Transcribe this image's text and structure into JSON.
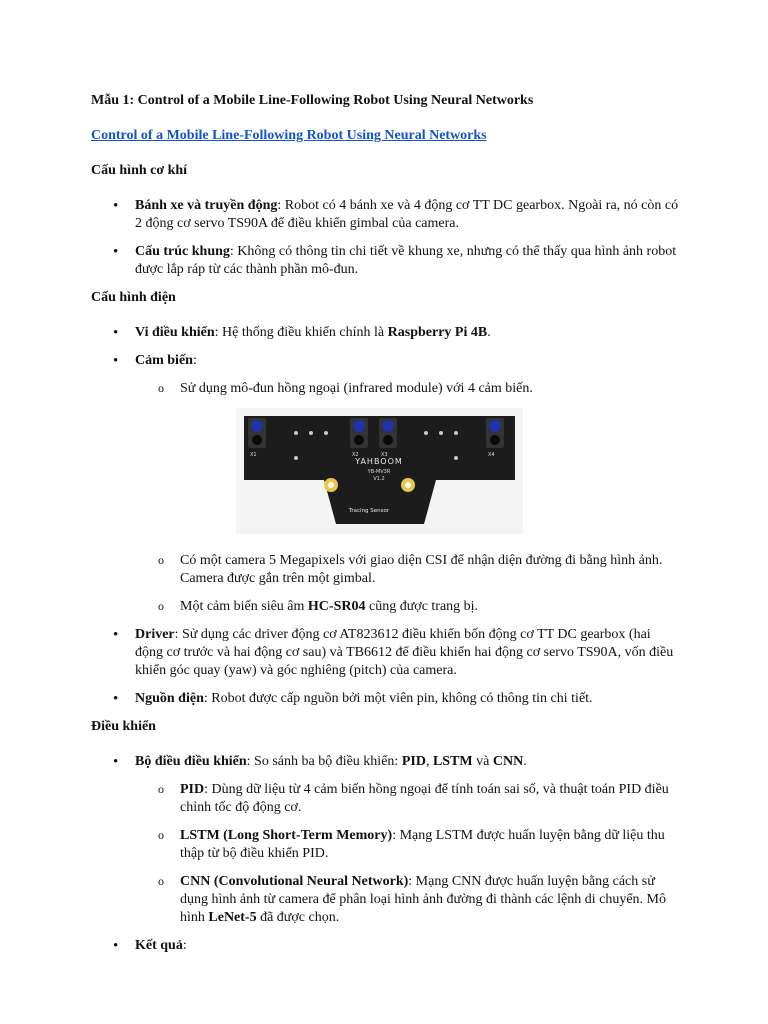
{
  "doc": {
    "title": "Mẫu 1: Control of a Mobile Line-Following Robot Using Neural Networks",
    "link_text": "Control of a Mobile Line-Following Robot Using Neural Networks",
    "link_color": "#1155cc",
    "mech": {
      "heading": "Cấu hình cơ khí",
      "items": [
        {
          "label": "Bánh xe và truyền động",
          "text": ": Robot có 4 bánh xe và 4 động cơ TT DC gearbox. Ngoài ra, nó còn có 2 động cơ servo TS90A để điều khiển gimbal của camera."
        },
        {
          "label": "Cấu trúc khung",
          "text": ": Không có thông tin chi tiết về khung xe, nhưng có thể thấy qua hình ảnh robot được lắp ráp từ các thành phần mô-đun."
        }
      ]
    },
    "elec": {
      "heading": "Cấu hình điện",
      "mcu": {
        "label": "Vi điều khiển",
        "text": ": Hệ thống điều khiển chính là ",
        "bold": "Raspberry Pi 4B",
        "end": "."
      },
      "sensors": {
        "label": "Cảm biến",
        "colon": ":",
        "sub1": "Sử dụng mô-đun hồng ngoại (infrared module) với 4 cảm biến.",
        "image": {
          "brand": "YAHBOOM",
          "model": "YB-MV3R",
          "version": "V1.2",
          "caption": "Tracing Sensor",
          "pins": [
            "X1",
            "X2",
            "X3",
            "X4"
          ],
          "board_color": "#1c1c1c",
          "lens_color": "#2233aa"
        },
        "sub2": "Có một camera 5 Megapixels với giao diện CSI để nhận diện đường đi bằng hình ảnh. Camera được gắn trên một gimbal.",
        "sub3_pre": "Một cảm biến siêu âm ",
        "sub3_bold": "HC-SR04",
        "sub3_post": " cũng được trang bị."
      },
      "driver": {
        "label": "Driver",
        "text": ": Sử dụng các driver động cơ AT823612 điều khiển bốn động cơ TT DC gearbox (hai động cơ trước và hai động cơ sau) và TB6612 để điều khiển hai động cơ servo TS90A, vốn điều khiển góc quay (yaw) và góc nghiêng (pitch) của camera."
      },
      "power": {
        "label": "Nguồn điện",
        "text": ": Robot được cấp nguồn bởi một viên pin, không có thông tin chi tiết."
      }
    },
    "ctrl": {
      "heading": "Điều khiển",
      "controllers": {
        "label": "Bộ điều điều khiển",
        "pre": ": So sánh ba bộ điều  khiển: ",
        "b1": "PID",
        "sep1": ", ",
        "b2": "LSTM",
        "sep2": " và ",
        "b3": "CNN",
        "end": "."
      },
      "pid": {
        "label": "PID",
        "text": ": Dùng dữ liệu từ 4 cảm biến hồng ngoại để tính toán sai số, và thuật toán PID điều chỉnh tốc độ động cơ."
      },
      "lstm": {
        "label": "LSTM (Long Short-Term Memory)",
        "text": ": Mạng LSTM được huấn luyện bằng dữ liệu thu thập từ bộ điều khiển PID."
      },
      "cnn": {
        "label": "CNN (Convolutional Neural Network)",
        "text": ": Mạng CNN được huấn luyện bằng cách sử dụng hình ảnh từ camera để phân loại hình ảnh đường đi thành các lệnh di chuyển. Mô hình ",
        "bold": "LeNet-5",
        "end": " đã được chọn."
      },
      "result": {
        "label": "Kết quả",
        "colon": ":"
      }
    }
  }
}
